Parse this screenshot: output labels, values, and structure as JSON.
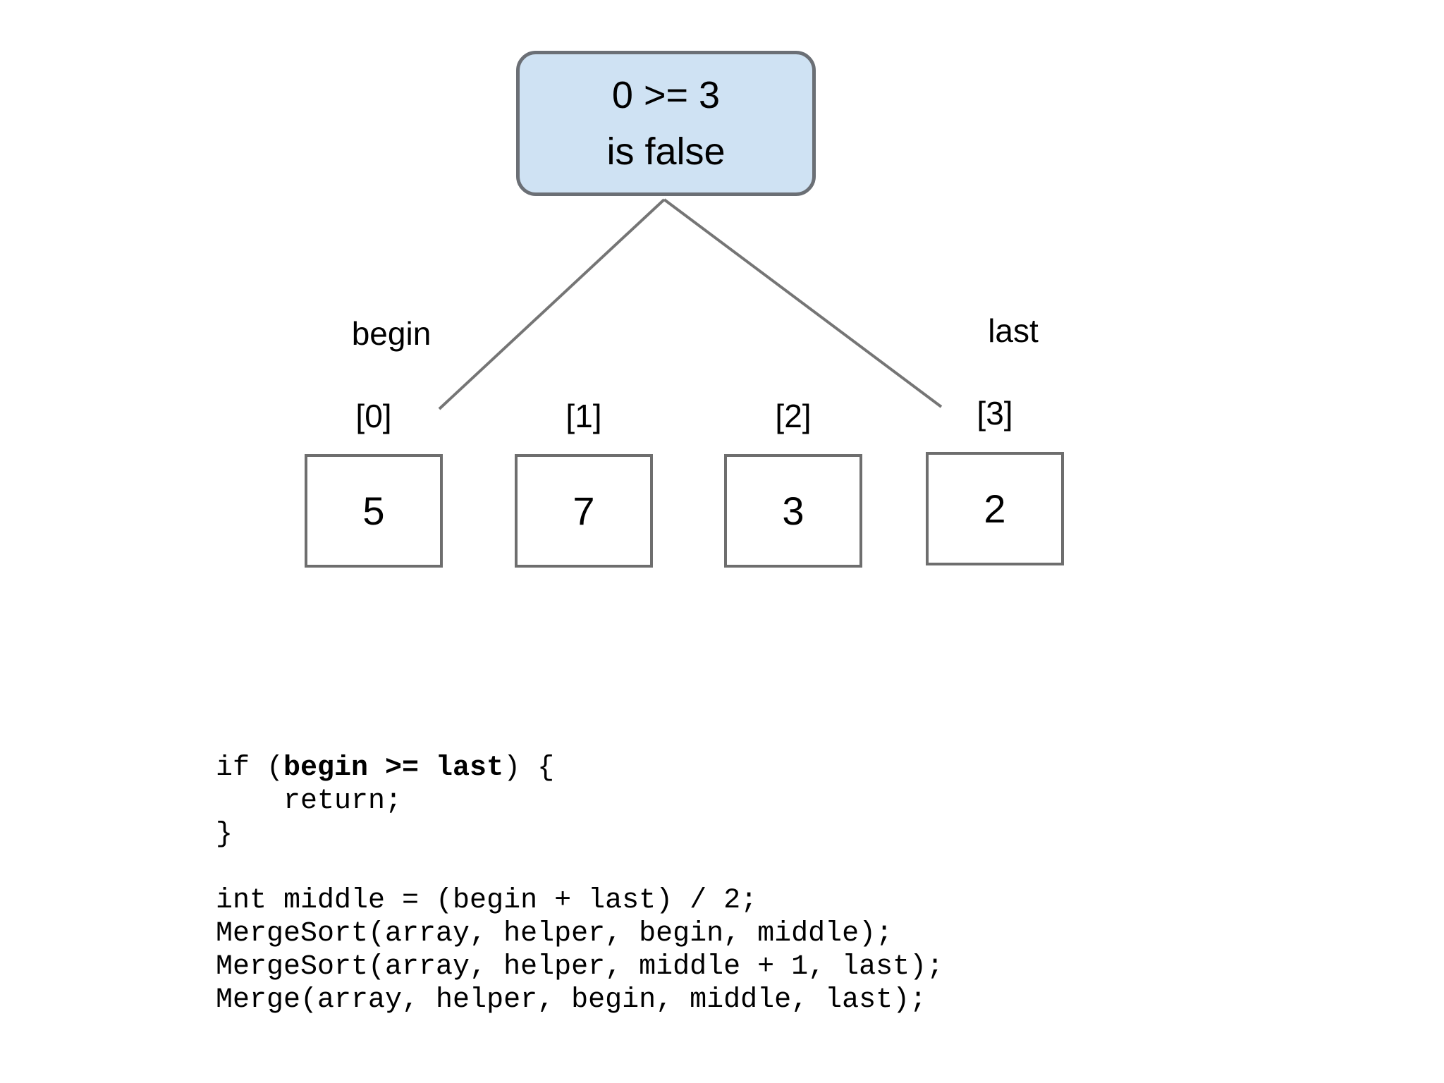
{
  "diagram": {
    "node": {
      "line1": "0 >= 3",
      "line2": "is false"
    },
    "pointer_labels": {
      "left": "begin",
      "right": "last"
    },
    "array": {
      "items": [
        {
          "index": "[0]",
          "value": "5"
        },
        {
          "index": "[1]",
          "value": "7"
        },
        {
          "index": "[2]",
          "value": "3"
        },
        {
          "index": "[3]",
          "value": "2"
        }
      ]
    },
    "colors": {
      "node_fill": "#cfe2f3",
      "node_border": "#6b6f75",
      "connector_line": "#757575",
      "box_border": "#6e6e6e",
      "text": "#000000"
    }
  },
  "code": {
    "lines": [
      {
        "pre": "if (",
        "bold": "begin >= last",
        "post": ") {"
      },
      {
        "pre": "    return;"
      },
      {
        "pre": "}"
      },
      {
        "pre": ""
      },
      {
        "pre": "int middle = (begin + last) / 2;"
      },
      {
        "pre": "MergeSort(array, helper, begin, middle);"
      },
      {
        "pre": "MergeSort(array, helper, middle + 1, last);"
      },
      {
        "pre": "Merge(array, helper, begin, middle, last);"
      }
    ]
  }
}
